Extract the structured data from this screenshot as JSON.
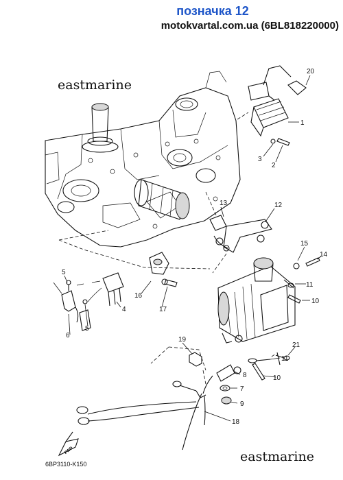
{
  "header": {
    "tag_label": "позначка 12",
    "source": "motokvartal.com.ua (6BL818220000)"
  },
  "watermarks": {
    "top": "eastmarine",
    "bottom": "eastmarine"
  },
  "diagram_code": "6BP3110-K150",
  "fwd_label": "FWD",
  "callouts": [
    "20",
    "1",
    "3",
    "2",
    "13",
    "12",
    "15",
    "14",
    "11",
    "10",
    "5",
    "16",
    "17",
    "4",
    "6",
    "5",
    "19",
    "21",
    "11",
    "10",
    "8",
    "7",
    "9",
    "18"
  ]
}
